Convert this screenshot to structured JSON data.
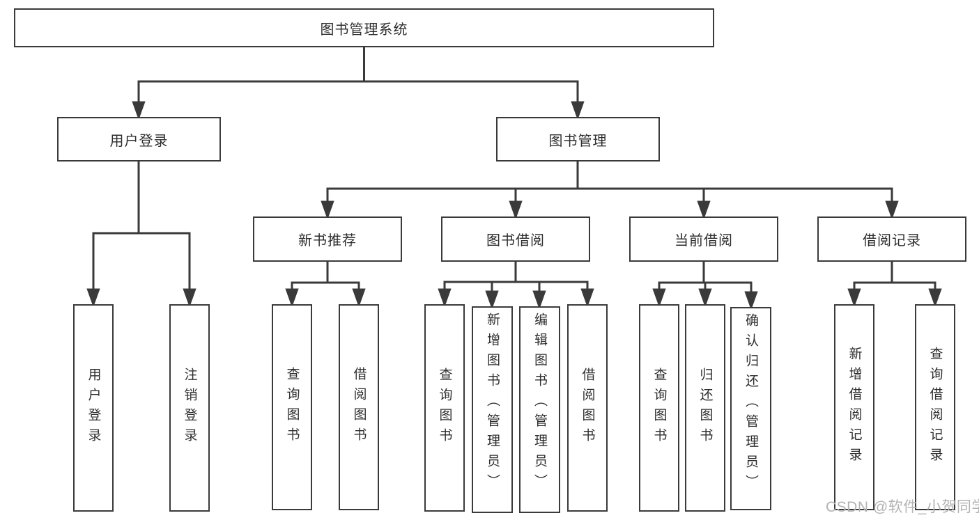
{
  "tree": {
    "label": "图书管理系统",
    "children": [
      {
        "label": "用户登录",
        "children": [
          {
            "label": "用户登录"
          },
          {
            "label": "注销登录"
          }
        ]
      },
      {
        "label": "图书管理",
        "children": [
          {
            "label": "新书推荐",
            "children": [
              {
                "label": "查询图书"
              },
              {
                "label": "借阅图书"
              }
            ]
          },
          {
            "label": "图书借阅",
            "children": [
              {
                "label": "查询图书"
              },
              {
                "label": "新增图书（管理员）"
              },
              {
                "label": "编辑图书（管理员）"
              },
              {
                "label": "借阅图书"
              }
            ]
          },
          {
            "label": "当前借阅",
            "children": [
              {
                "label": "查询图书"
              },
              {
                "label": "归还图书"
              },
              {
                "label": "确认归还（管理员）"
              }
            ]
          },
          {
            "label": "借阅记录",
            "children": [
              {
                "label": "新增借阅记录"
              },
              {
                "label": "查询借阅记录"
              }
            ]
          }
        ]
      }
    ]
  },
  "colors": {
    "line": "#3a3a3a",
    "text": "#2e2e2e",
    "watermark": "#b3b3b3",
    "background": "#ffffff"
  },
  "watermark": {
    "text": "CSDN @软件_小贺同学"
  }
}
